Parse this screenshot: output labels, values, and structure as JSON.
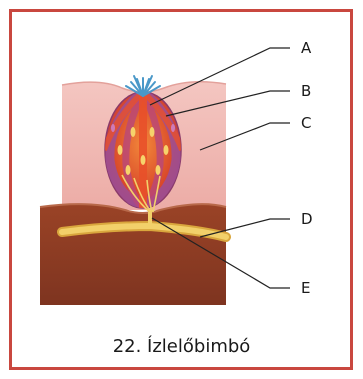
{
  "figure": {
    "caption": "22. Ízlelőbimbó",
    "labels": {
      "a": "A",
      "b": "B",
      "c": "C",
      "d": "D",
      "e": "E"
    }
  },
  "colors": {
    "border": "#c9473f",
    "epithelium": "#f0b9b5",
    "connective_tissue": "#8e3b25",
    "nerve": "#f2d06a",
    "taste_cell_red": "#e8502a",
    "taste_cell_purple": "#9b4f96",
    "microvilli": "#4a98c8"
  }
}
